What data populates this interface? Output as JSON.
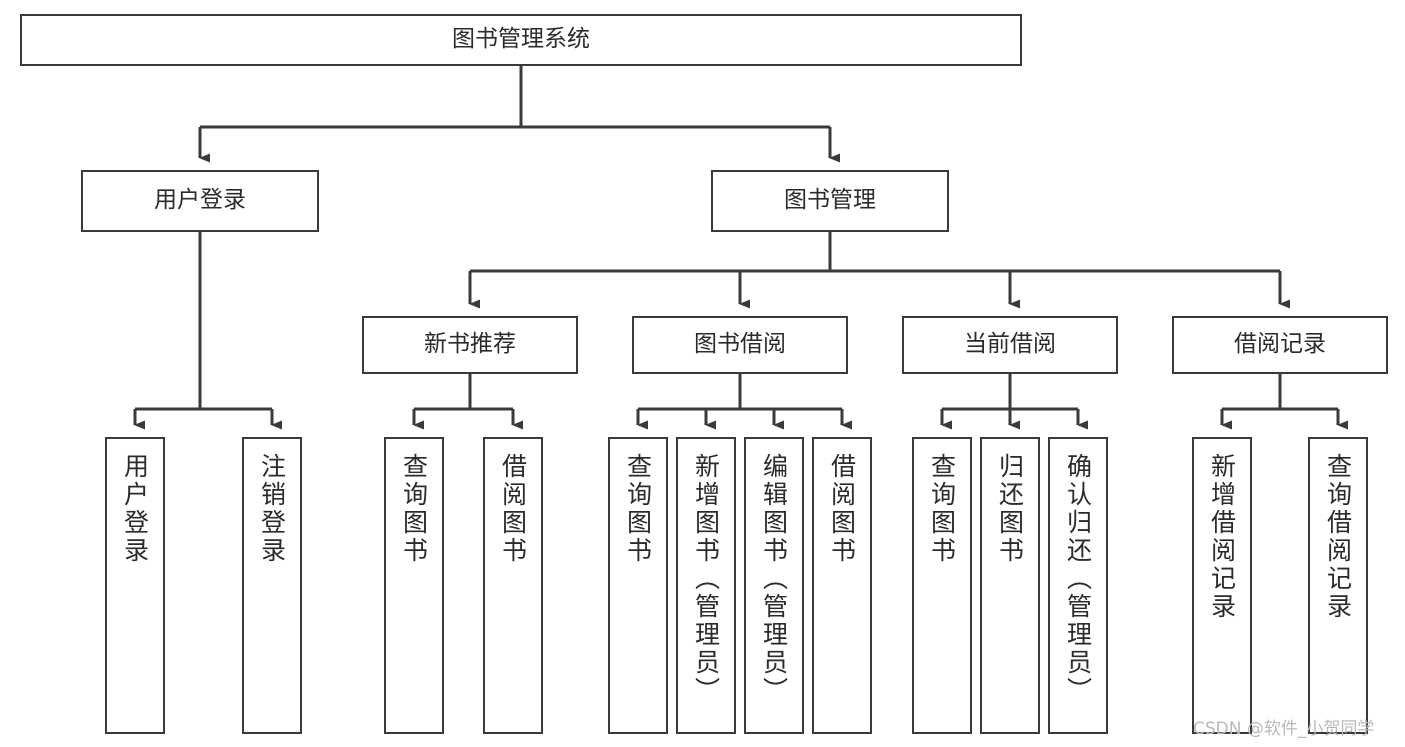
{
  "diagram": {
    "title": "图书管理系统",
    "type": "tree",
    "theme": {
      "stroke": "#3a3a3a",
      "fill": "#ffffff",
      "text": "#2b2b2b",
      "watermark_color": "#b9b9b9"
    },
    "root": {
      "label": "图书管理系统"
    },
    "level2": [
      {
        "label": "用户登录"
      },
      {
        "label": "图书管理"
      }
    ],
    "level3": [
      {
        "label": "新书推荐"
      },
      {
        "label": "图书借阅"
      },
      {
        "label": "当前借阅"
      },
      {
        "label": "借阅记录"
      }
    ],
    "leaves": {
      "user_login": [
        {
          "label": "用户登录"
        },
        {
          "label": "注销登录"
        }
      ],
      "new_book": [
        {
          "label": "查询图书"
        },
        {
          "label": "借阅图书"
        }
      ],
      "book_borrow": [
        {
          "label": "查询图书"
        },
        {
          "label": "新增图书（管理员）"
        },
        {
          "label": "编辑图书（管理员）"
        },
        {
          "label": "借阅图书"
        }
      ],
      "current_borrow": [
        {
          "label": "查询图书"
        },
        {
          "label": "归还图书"
        },
        {
          "label": "确认归还（管理员）"
        }
      ],
      "borrow_record": [
        {
          "label": "新增借阅记录"
        },
        {
          "label": "查询借阅记录"
        }
      ]
    }
  },
  "watermark": {
    "text": "CSDN @软件_小贺同学"
  }
}
